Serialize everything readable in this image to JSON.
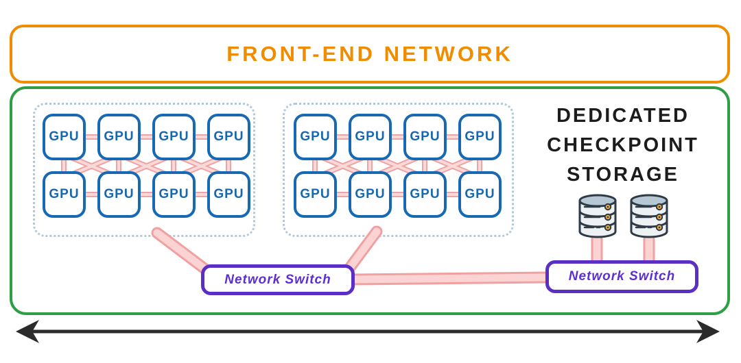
{
  "front_end_network": {
    "label": "FRONT-END NETWORK"
  },
  "clusters": [
    {
      "name": "gpu-cluster-1",
      "gpus": [
        "GPU",
        "GPU",
        "GPU",
        "GPU",
        "GPU",
        "GPU",
        "GPU",
        "GPU"
      ]
    },
    {
      "name": "gpu-cluster-2",
      "gpus": [
        "GPU",
        "GPU",
        "GPU",
        "GPU",
        "GPU",
        "GPU",
        "GPU",
        "GPU"
      ]
    }
  ],
  "storage": {
    "title_lines": [
      "DEDICATED",
      "CHECKPOINT",
      "STORAGE"
    ],
    "database_icons": [
      "database-icon",
      "database-icon"
    ]
  },
  "switches": [
    {
      "label": "Network Switch"
    },
    {
      "label": "Network Switch"
    }
  ],
  "footer": {
    "scale_arrow_icon": "double-headed-arrow-icon"
  },
  "colors": {
    "banner_orange": "#f08c00",
    "enclosure_green": "#2f9e44",
    "gpu_blue": "#1769b3",
    "cluster_dotted_border": "#b2c7d8",
    "link_pink_fill": "#fbd3d3",
    "link_pink_edge": "#f0a0a0",
    "switch_purple": "#5b2fc4",
    "storage_text": "#1c1c1c",
    "arrow_black": "#2b2b2b"
  }
}
